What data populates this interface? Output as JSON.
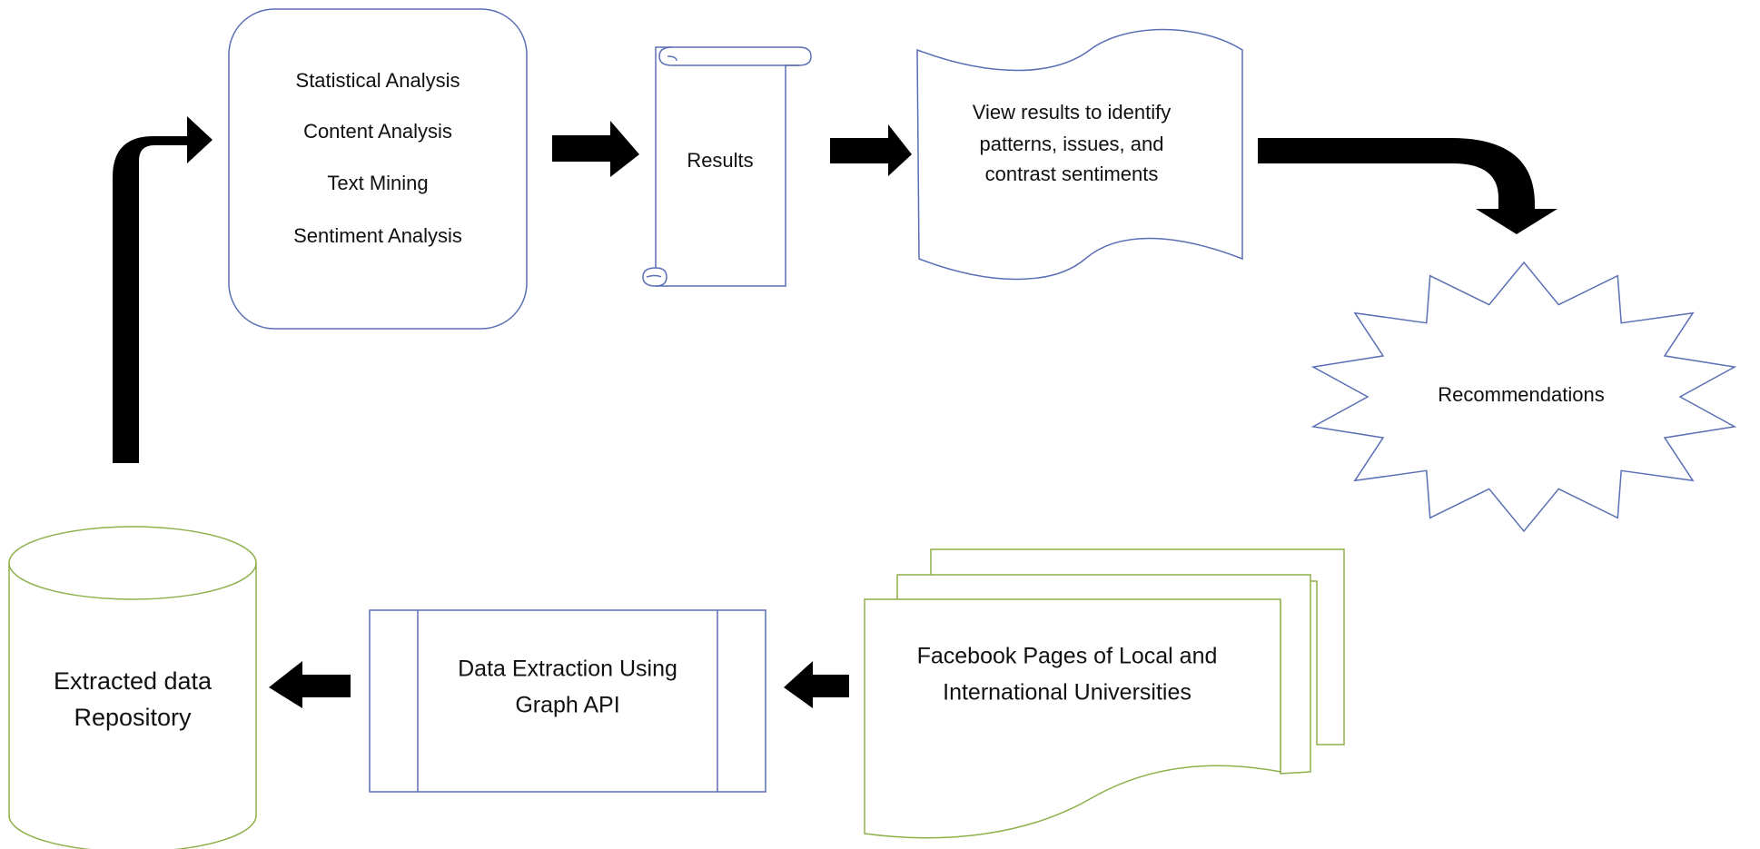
{
  "nodes": {
    "analysis": {
      "lines": [
        "Statistical Analysis",
        "Content Analysis",
        "Text Mining",
        "Sentiment Analysis"
      ]
    },
    "results": {
      "label": "Results"
    },
    "view_results": {
      "lines": [
        "View results to identify",
        "patterns, issues, and",
        "contrast sentiments"
      ]
    },
    "recommendations": {
      "label": "Recommendations"
    },
    "facebook_pages": {
      "lines": [
        "Facebook Pages of Local and",
        "International Universities"
      ]
    },
    "data_extraction": {
      "lines": [
        "Data Extraction Using",
        "Graph API"
      ]
    },
    "repository": {
      "lines": [
        "Extracted data",
        "Repository"
      ]
    }
  },
  "colors": {
    "blue_outline": "#5b6fb5",
    "green_outline": "#8db04a",
    "arrow": "#000000",
    "text": "#111111"
  }
}
